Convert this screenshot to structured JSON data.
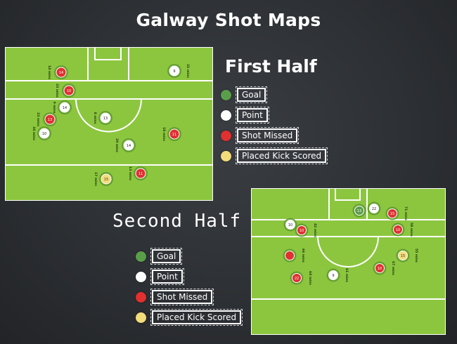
{
  "title": "Galway Shot Maps",
  "first_half": {
    "heading": "First Half",
    "legend": [
      {
        "type": "goal",
        "label": "Goal"
      },
      {
        "type": "point",
        "label": "Point"
      },
      {
        "type": "miss",
        "label": "Shot Missed"
      },
      {
        "type": "placed",
        "label": "Placed Kick Scored"
      }
    ],
    "shots": [
      {
        "type": "miss",
        "num": "14",
        "time": "14 mins"
      },
      {
        "type": "point",
        "num": "9",
        "time": "31 mins"
      },
      {
        "type": "miss",
        "num": "10",
        "time": "33 mins"
      },
      {
        "type": "point",
        "num": "14",
        "time": "9 mins"
      },
      {
        "type": "point",
        "num": "13",
        "time": "8 mins"
      },
      {
        "type": "miss",
        "num": "13",
        "time": "23 mins"
      },
      {
        "type": "point",
        "num": "10",
        "time": "34 mins"
      },
      {
        "type": "miss",
        "num": "11",
        "time": "18 mins"
      },
      {
        "type": "point",
        "num": "14",
        "time": "29 mins"
      },
      {
        "type": "miss",
        "num": "11",
        "time": "13 mins"
      },
      {
        "type": "placed",
        "num": "15",
        "time": "17 mins"
      }
    ]
  },
  "second_half": {
    "heading": "Second Half",
    "legend": [
      {
        "type": "goal",
        "label": "Goal"
      },
      {
        "type": "point",
        "label": "Point"
      },
      {
        "type": "miss",
        "label": "Shot Missed"
      },
      {
        "type": "placed",
        "label": "Placed Kick Scored"
      }
    ],
    "shots": [
      {
        "type": "goal",
        "num": "13",
        "time": ""
      },
      {
        "type": "point",
        "num": "22",
        "time": ""
      },
      {
        "type": "miss",
        "num": "15",
        "time": "71 mins"
      },
      {
        "type": "point",
        "num": "10",
        "time": ""
      },
      {
        "type": "miss",
        "num": "10",
        "time": "42 mins"
      },
      {
        "type": "miss",
        "num": "10",
        "time": "58 mins"
      },
      {
        "type": "miss",
        "num": "",
        "time": "66 mins"
      },
      {
        "type": "placed",
        "num": "15",
        "time": "55 mins"
      },
      {
        "type": "miss",
        "num": "10",
        "time": "67 mins"
      },
      {
        "type": "point",
        "num": "9",
        "time": "61 mins"
      },
      {
        "type": "miss",
        "num": "22",
        "time": "64 mins"
      }
    ]
  }
}
